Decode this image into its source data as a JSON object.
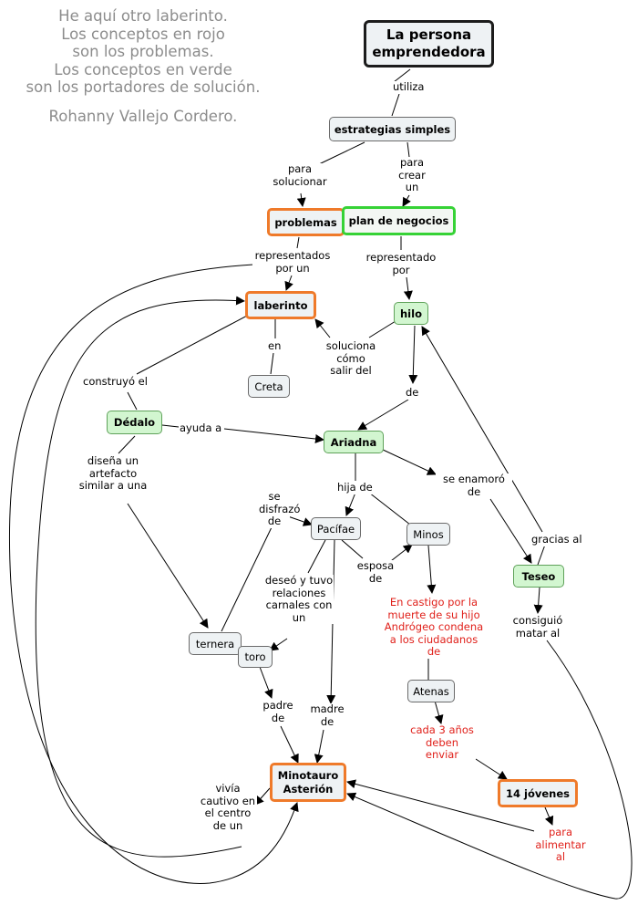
{
  "intro": {
    "lines": [
      "He aquí otro laberinto.",
      "Los conceptos en rojo",
      "son los problemas.",
      "Los conceptos en verde",
      "son los portadores de solución."
    ],
    "author": "Rohanny Vallejo Cordero."
  },
  "colors": {
    "problem": "#ef7a2a",
    "solution_fill": "#d2f6d0",
    "solution_border": "#36d236",
    "red_text": "#e0201a",
    "intro_text": "#8c8c8c"
  },
  "nodes": {
    "persona": "La persona emprendedora",
    "estrategias": "estrategias simples",
    "problemas": "problemas",
    "plan": "plan de negocios",
    "laberinto": "laberinto",
    "hilo": "hilo",
    "creta": "Creta",
    "dedalo": "Dédalo",
    "ariadna": "Ariadna",
    "pacifae": "Pacífae",
    "minos": "Minos",
    "teseo": "Teseo",
    "ternera": "ternera",
    "toro": "toro",
    "atenas": "Atenas",
    "minotauro": "Minotauro Asterión",
    "jovenes": "14 jóvenes"
  },
  "links": {
    "utiliza": "utiliza",
    "para_solucionar": "para solucionar",
    "para_crear_un": "para crear un",
    "representados_por_un": "representados por un",
    "representado_por": "representado por",
    "en": "en",
    "soluciona": "soluciona cómo salir del",
    "construyo": "construyó el",
    "de": "de",
    "ayuda_a": "ayuda a",
    "disena": "diseña un artefacto similar a una",
    "hija_de": "hija de",
    "se_enamoro": "se enamoró de",
    "se_disfrazo": "se disfrazó de",
    "esposa_de": "esposa de",
    "gracias_al": "gracias al",
    "deseo": "deseó y tuvo relaciones carnales con un",
    "castigo": "En castigo por la muerte de su hijo Andrógeo condena a los ciudadanos de",
    "consiguio": "consiguió matar al",
    "padre_de": "padre de",
    "madre_de": "madre de",
    "cada_3": "cada 3 años deben enviar",
    "vivia": "vivía cautivo en el centro de un",
    "para_alimentar": "para alimentar al"
  }
}
